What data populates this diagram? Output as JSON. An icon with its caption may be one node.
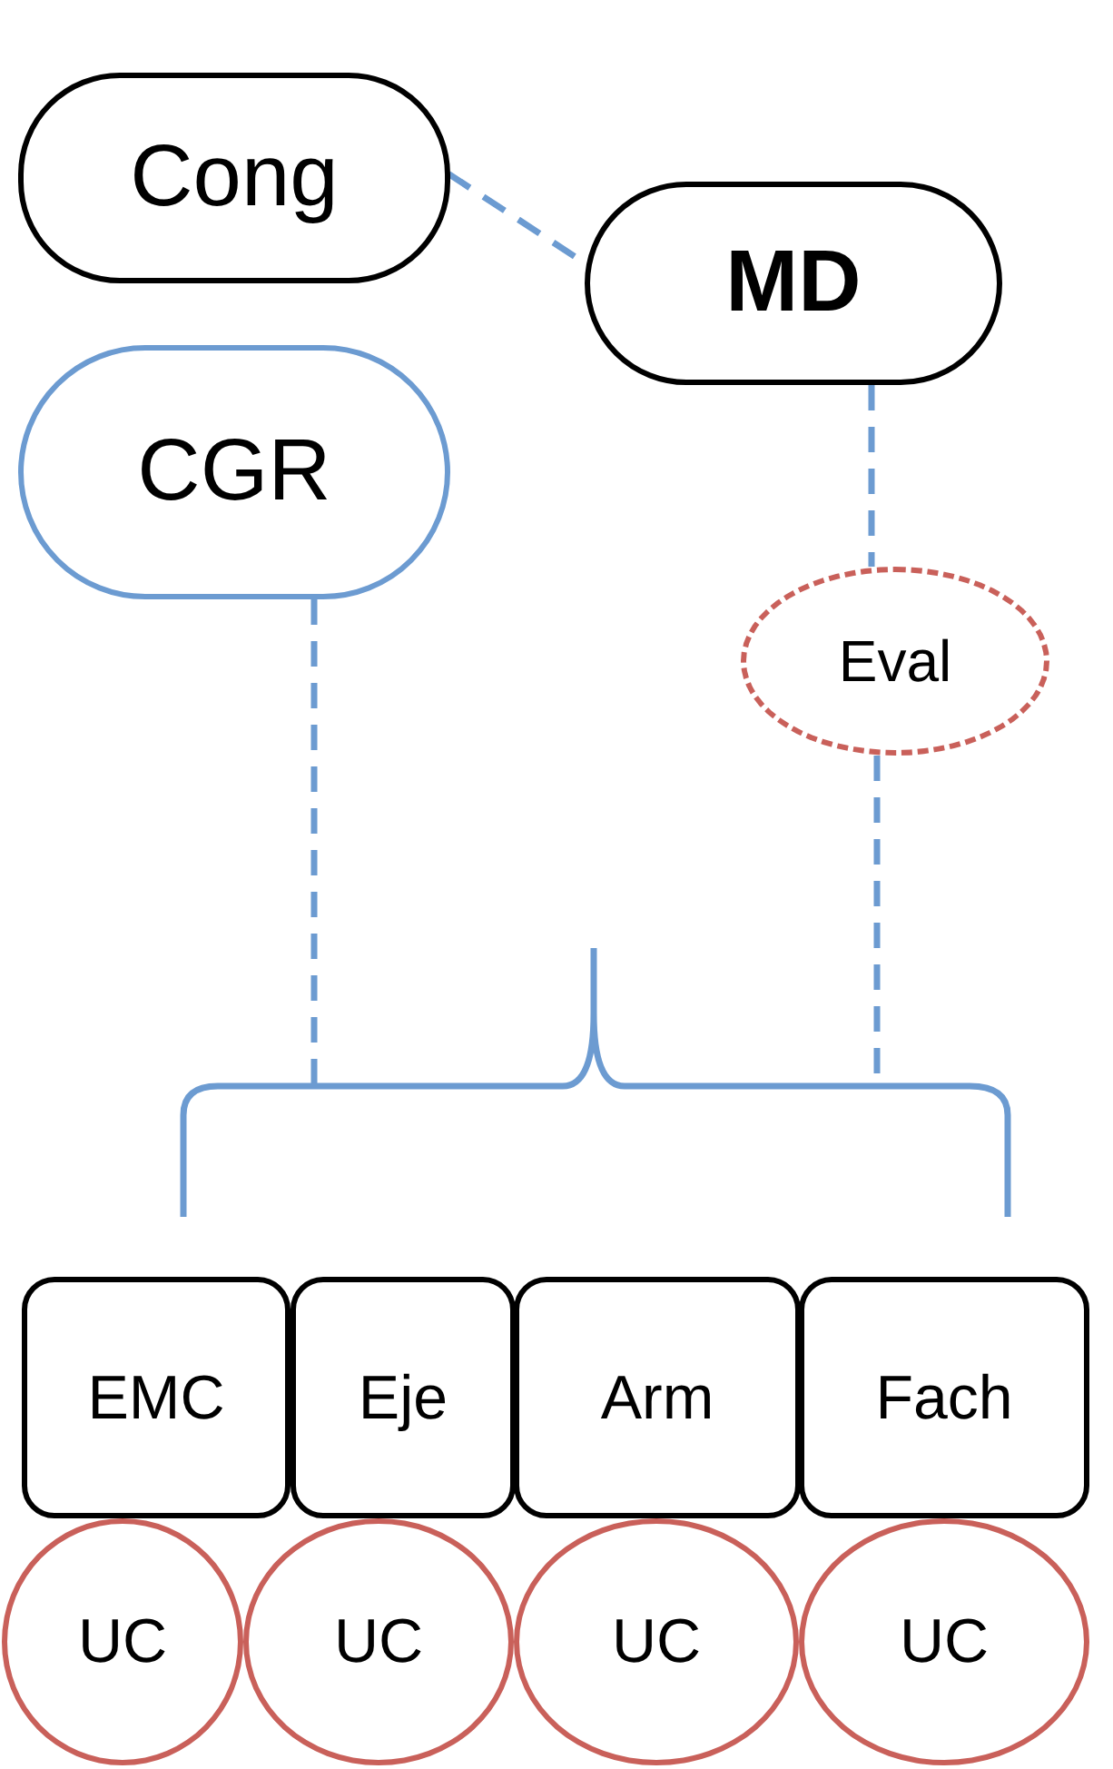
{
  "diagram": {
    "nodes": [
      {
        "text": [
          "Cong"
        ]
      },
      {
        "text": [
          "MD"
        ]
      },
      {
        "text": [
          "CGR"
        ]
      },
      {
        "text": [
          "Eval"
        ]
      },
      {
        "text": [],
        "shape": "bracket"
      },
      {
        "text": [
          "EMC"
        ]
      },
      {
        "text": [
          "Eje"
        ]
      },
      {
        "text": [
          "Arm"
        ]
      },
      {
        "text": [
          "Fach"
        ]
      },
      {
        "text": [
          "UC"
        ]
      },
      {
        "text": [
          "UC"
        ]
      },
      {
        "text": [
          "UC"
        ]
      },
      {
        "text": [
          "UC"
        ]
      }
    ],
    "edges": [
      {
        "from": 0,
        "to": 1,
        "arrow": "none",
        "style": "dashed",
        "color": "#6c9bd1"
      },
      {
        "from": 1,
        "to": 3,
        "arrow": "none",
        "style": "dashed",
        "color": "#6c9bd1"
      },
      {
        "from": 2,
        "to": 4,
        "arrow": "none",
        "style": "dashed",
        "color": "#6c9bd1"
      },
      {
        "from": 3,
        "to": 4,
        "arrow": "none",
        "style": "dashed",
        "color": "#6c9bd1"
      }
    ]
  }
}
